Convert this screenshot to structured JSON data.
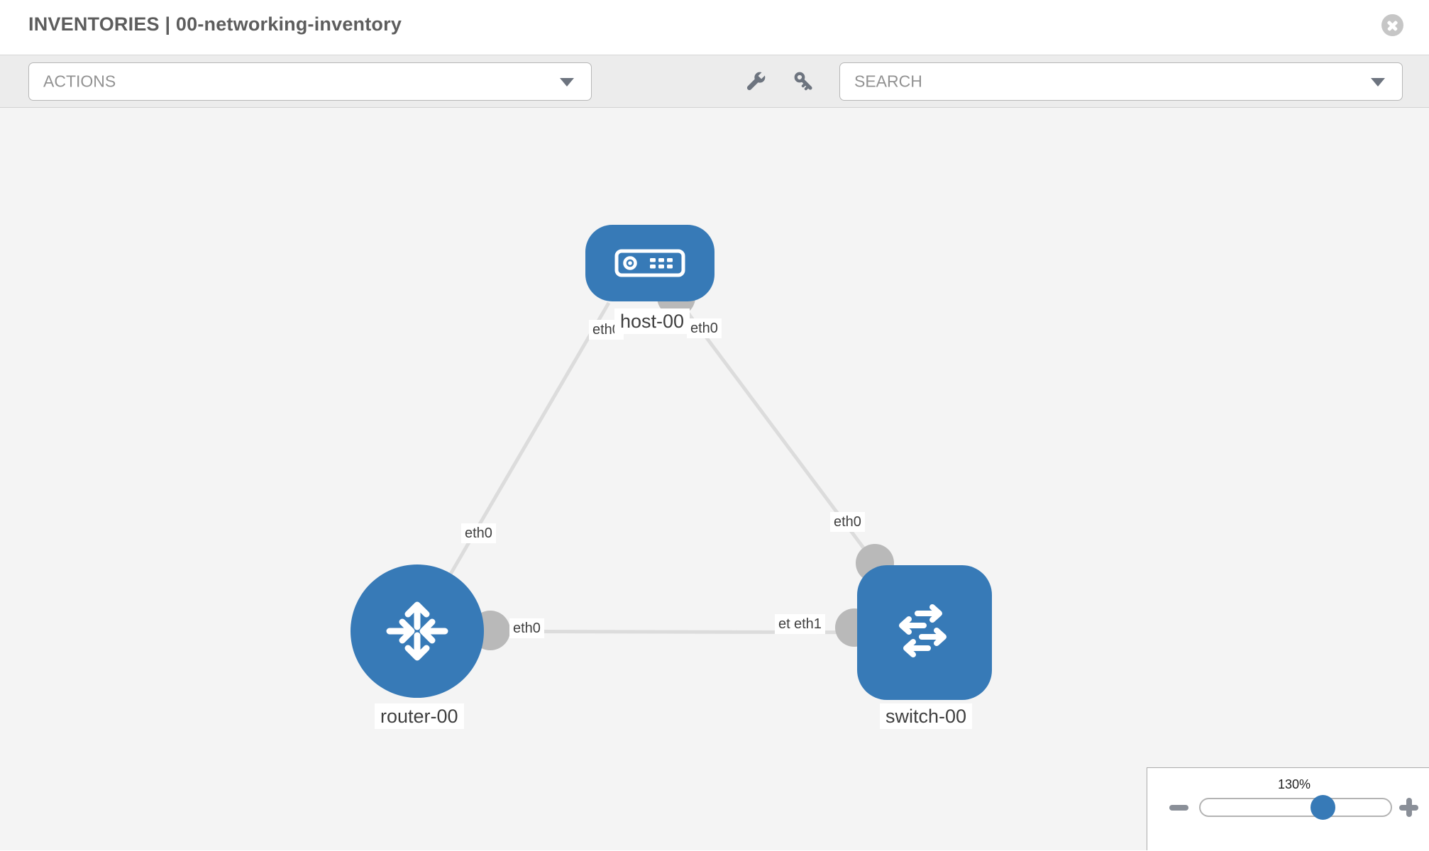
{
  "header": {
    "title": "INVENTORIES | 00-networking-inventory"
  },
  "toolbar": {
    "actions": {
      "label": "ACTIONS"
    },
    "search": {
      "label": "SEARCH"
    },
    "icons": [
      "wrench-icon",
      "key-icon"
    ]
  },
  "topology": {
    "nodes": [
      {
        "id": "host-00",
        "type": "host",
        "label": "host-00",
        "shape": "rounded-rect",
        "icon": "server-icon"
      },
      {
        "id": "router-00",
        "type": "router",
        "label": "router-00",
        "shape": "circle",
        "icon": "router-arrows-icon"
      },
      {
        "id": "switch-00",
        "type": "switch",
        "label": "switch-00",
        "shape": "rounded-square",
        "icon": "switch-arrows-icon"
      }
    ],
    "links": [
      {
        "source": "host-00",
        "source_interface": "eth0",
        "target": "router-00",
        "target_interface": "eth0"
      },
      {
        "source": "host-00",
        "source_interface": "eth0",
        "target": "switch-00",
        "target_interface": "eth0"
      },
      {
        "source": "router-00",
        "source_interface": "eth0",
        "target": "switch-00",
        "target_interface": "eth1"
      }
    ]
  },
  "zoom_widget": {
    "percent": "130%"
  },
  "colors": {
    "node_blue": "#377ab7",
    "port_gray": "#b9b9b9",
    "link_gray": "#dcdcdc",
    "toolbar_gray": "#ececec",
    "canvas_gray": "#f4f4f4"
  }
}
